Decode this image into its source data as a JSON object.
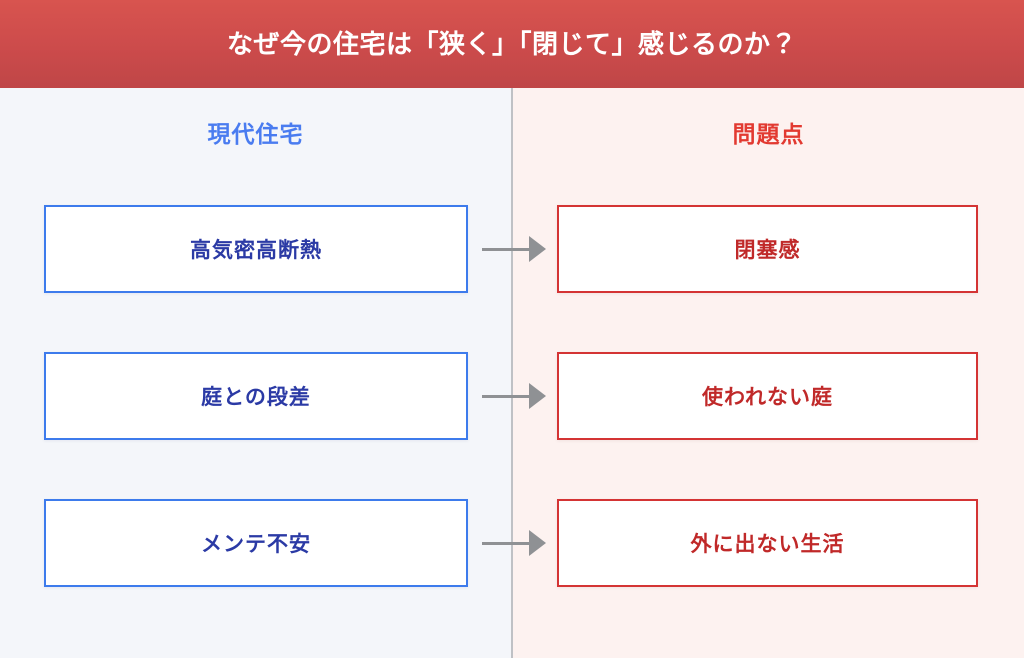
{
  "header": {
    "title": "なぜ今の住宅は「狭く」「閉じて」感じるのか？"
  },
  "columns": {
    "left": {
      "heading": "現代住宅",
      "items": [
        "高気密高断熱",
        "庭との段差",
        "メンテ不安"
      ]
    },
    "right": {
      "heading": "問題点",
      "items": [
        "閉塞感",
        "使われない庭",
        "外に出ない生活"
      ]
    }
  },
  "icons": {
    "arrow": "arrow-right-icon"
  },
  "colors": {
    "header_gradient_top": "#d8544f",
    "header_gradient_bottom": "#bf4647",
    "header_text": "#ffffff",
    "left_panel_bg": "#f4f6fa",
    "right_panel_bg": "#fdf2f0",
    "left_heading_text": "#4a7cf0",
    "right_heading_text": "#e23a31",
    "left_box_border": "#3d7bec",
    "left_box_text": "#2b3aa5",
    "right_box_border": "#d43434",
    "right_box_text": "#c02929",
    "arrow": "#8f9194",
    "divider": "#bfc1c5"
  }
}
